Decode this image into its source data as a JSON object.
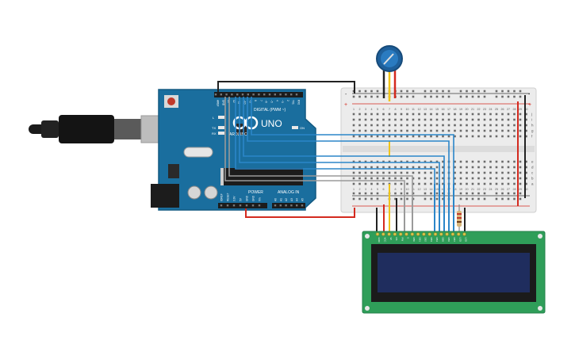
{
  "colors": {
    "arduino_board": "#1a6e9e",
    "breadboard": "#ededed",
    "lcd_pcb": "#2f9e59",
    "lcd_screen": "#1f2d5e",
    "wire_black": "#222222",
    "wire_red": "#d42a1f",
    "wire_yellow": "#f0c419",
    "wire_blue": "#2b86c9",
    "wire_gray": "#9a9a9a",
    "potentiometer": "#1e5f9a"
  },
  "arduino": {
    "model": "UNO",
    "brand": "ARDUINO",
    "digital_label": "DIGITAL (PWM ~)",
    "power_label": "POWER",
    "analog_label": "ANALOG IN",
    "on_label": "ON",
    "led_l": "L",
    "led_tx": "TX",
    "led_rx": "RX",
    "digital_pins": [
      "AREF",
      "GND",
      "13",
      "12",
      "~11",
      "~10",
      "~9",
      "8",
      "7",
      "~6",
      "~5",
      "4",
      "~3",
      "2",
      "TX1",
      "RX0"
    ],
    "power_pins": [
      "IOREF",
      "RESET",
      "3.3V",
      "5V",
      "GND",
      "GND",
      "Vin"
    ],
    "analog_pins": [
      "A0",
      "A1",
      "A2",
      "A3",
      "A4",
      "A5"
    ]
  },
  "breadboard": {
    "column_numbers": [
      "1",
      "2",
      "3",
      "4",
      "5",
      "6",
      "7",
      "8",
      "9",
      "10",
      "11",
      "12",
      "13",
      "14",
      "15",
      "16",
      "17",
      "18",
      "19",
      "20",
      "21",
      "22",
      "23",
      "24",
      "25",
      "26",
      "27",
      "28",
      "29",
      "30"
    ],
    "rows_top": [
      "j",
      "i",
      "h",
      "g",
      "f"
    ],
    "rows_bottom": [
      "e",
      "d",
      "c",
      "b",
      "a"
    ],
    "rail_plus": "+",
    "rail_minus": "-"
  },
  "lcd": {
    "pin_labels": [
      "GND",
      "VCC",
      "V0",
      "RS",
      "RW",
      "E",
      "DB0",
      "DB1",
      "DB2",
      "DB3",
      "DB4",
      "DB5",
      "DB6",
      "DB7",
      "LED",
      "LED"
    ]
  },
  "icons": [
    "usb-cable-icon",
    "potentiometer-icon",
    "resistor-icon",
    "reset-button-icon"
  ]
}
